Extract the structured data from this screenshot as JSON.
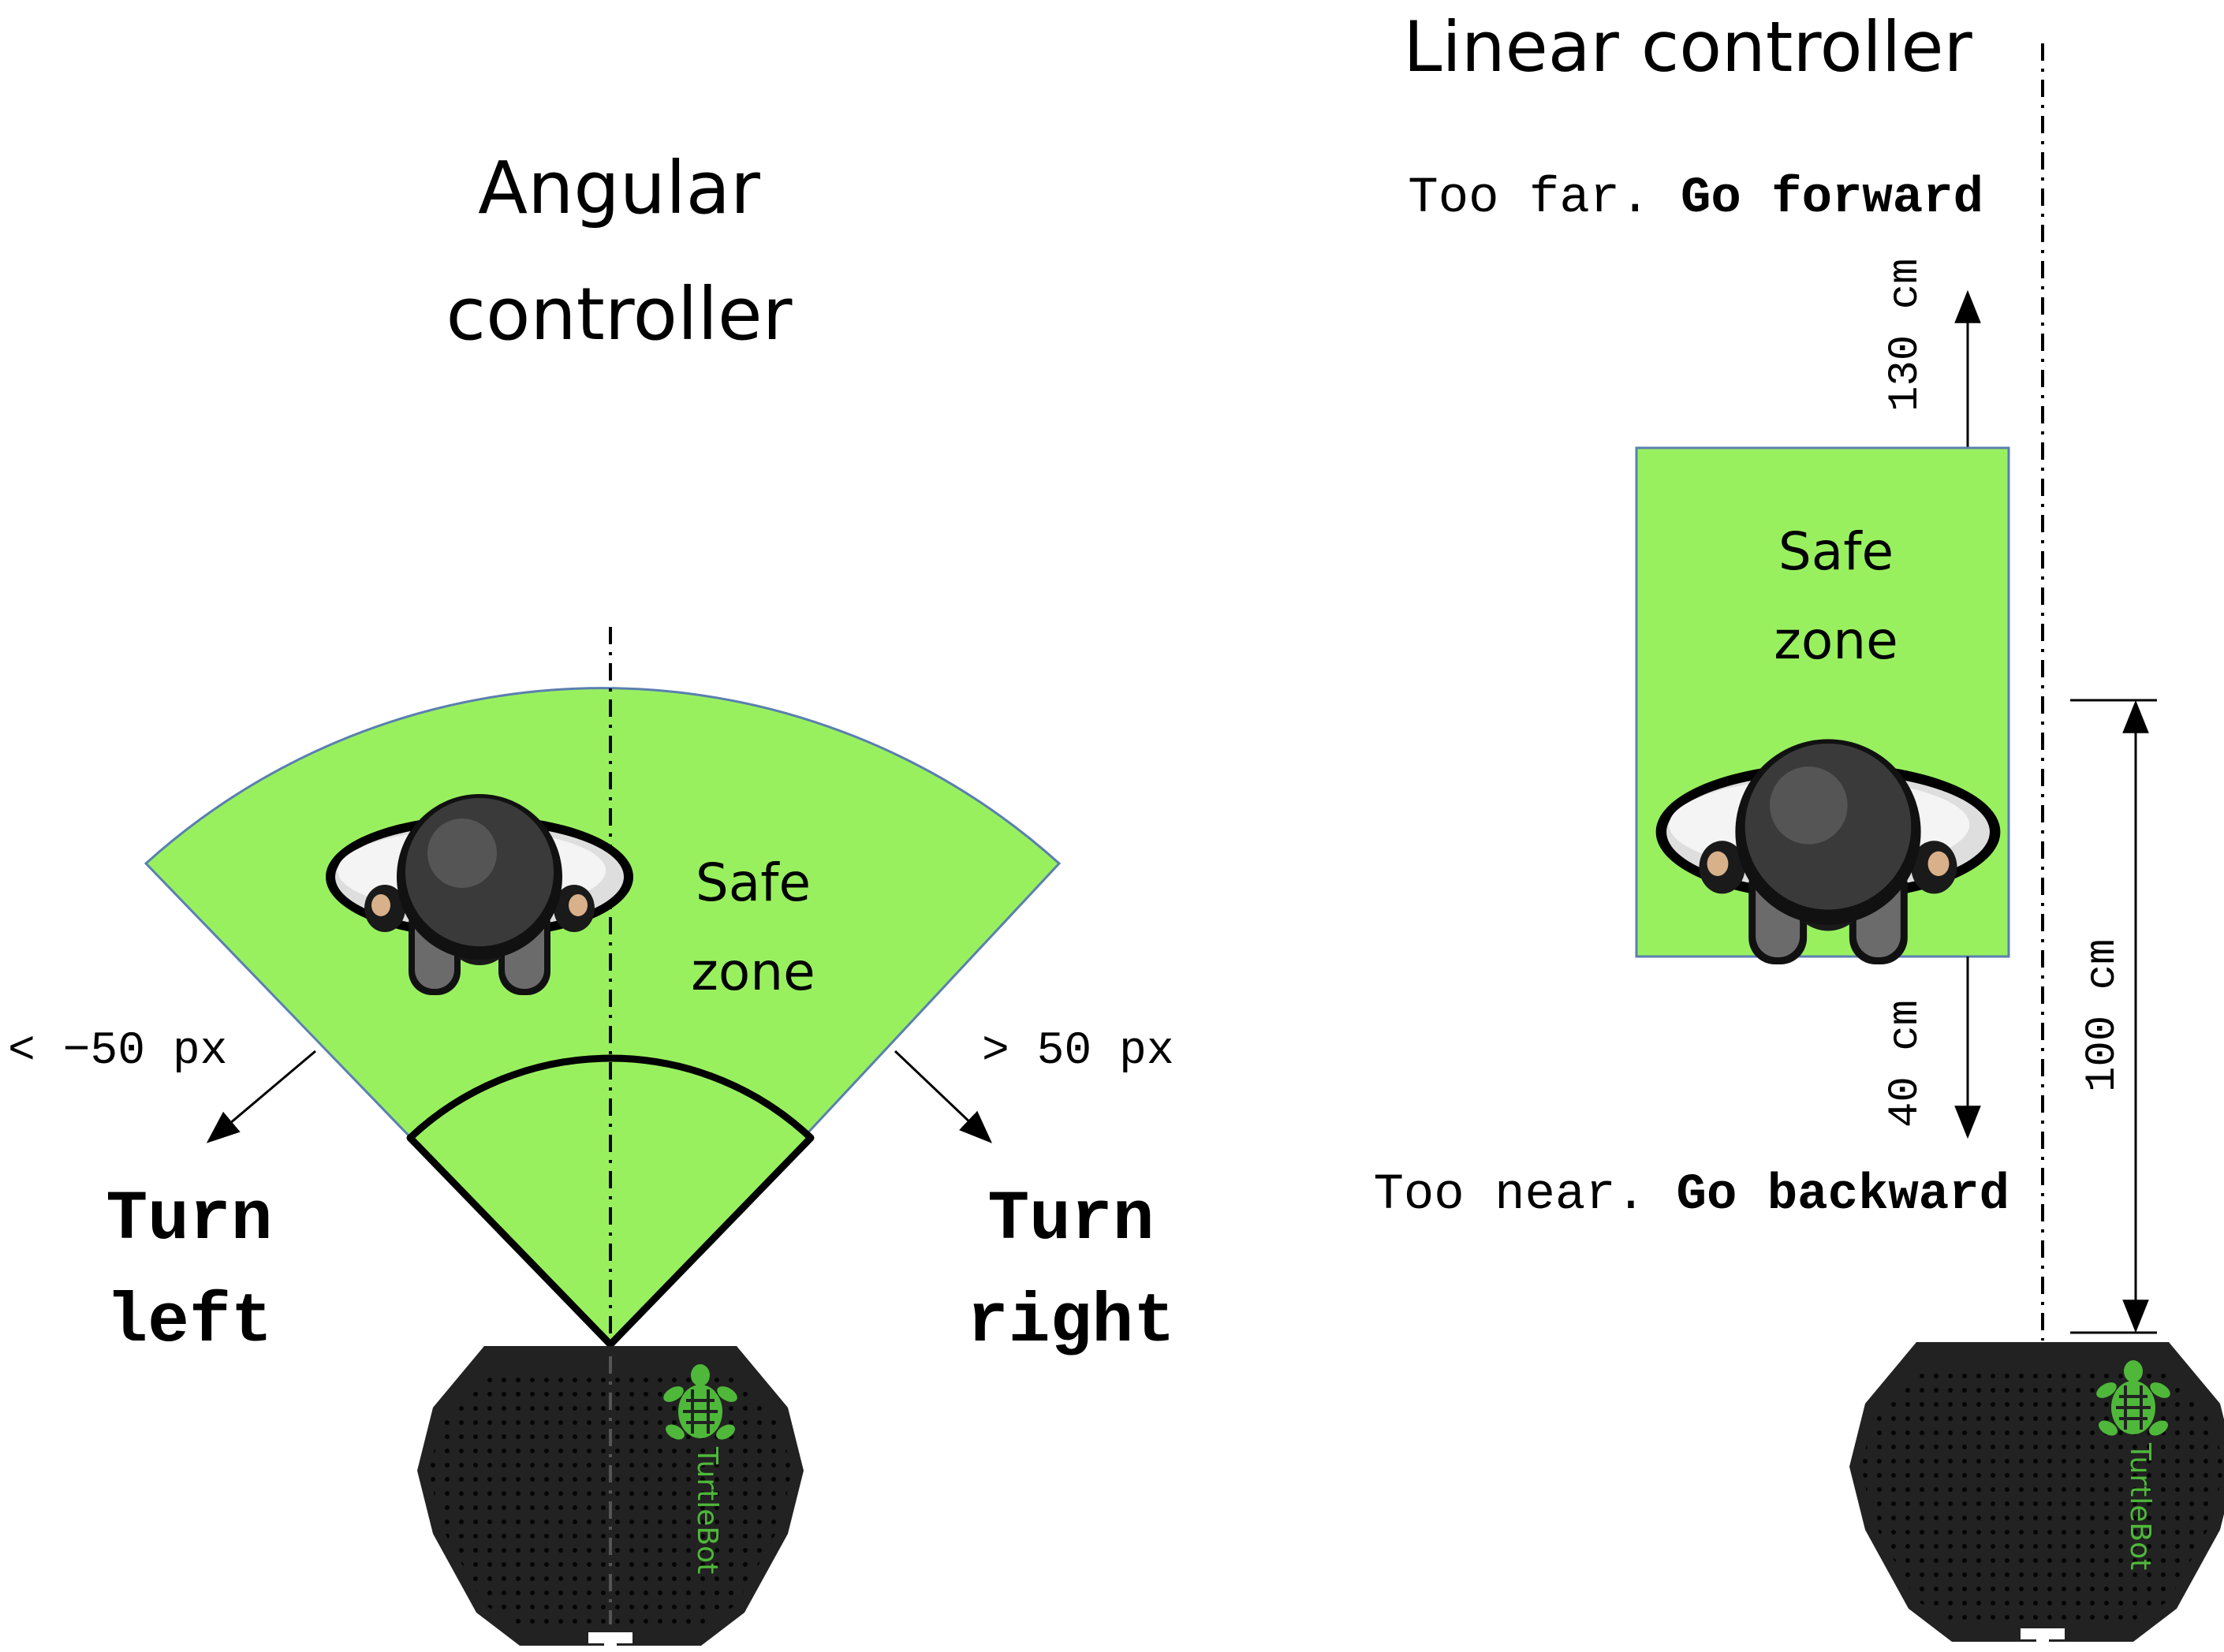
{
  "angular": {
    "title_line1": "Angular",
    "title_line2": "controller",
    "safe_line1": "Safe",
    "safe_line2": "zone",
    "left_threshold": "< −50 px",
    "right_threshold": "> 50 px",
    "turn_left_1": "Turn",
    "turn_left_2": "left",
    "turn_right_1": "Turn",
    "turn_right_2": "right"
  },
  "linear": {
    "title": "Linear controller",
    "far_prefix": "Too far. ",
    "far_action": "Go forward",
    "near_prefix": "Too near. ",
    "near_action": "Go backward",
    "safe_line1": "Safe",
    "safe_line2": "zone",
    "dist_forward": "130 cm",
    "dist_backward": "40 cm",
    "dist_total": "100 cm"
  },
  "robot": {
    "brand": "TurtleBot"
  },
  "colors": {
    "zone": "#99f05f",
    "zone_border": "#5a7fb0",
    "robot": "#222222",
    "logo": "#4fb83a"
  },
  "icons": [
    "person-top-view-icon",
    "turtlebot-robot-icon",
    "turtle-logo-icon"
  ]
}
